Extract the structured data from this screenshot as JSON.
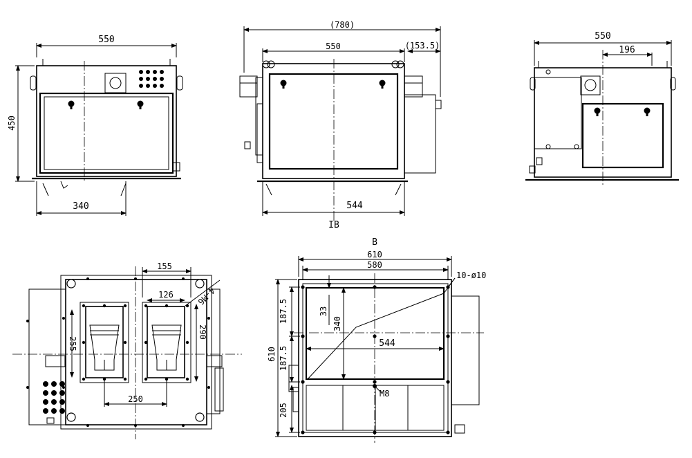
{
  "drawing": {
    "views": {
      "front": {
        "width_top": "550",
        "height": "450",
        "bottom_width": "340"
      },
      "side": {
        "overall": "(780)",
        "inner_top": "550",
        "right_ext": "(153.5)",
        "bottom_width": "544",
        "section_label": "IB"
      },
      "rear": {
        "width_top": "550",
        "right_offset": "196"
      },
      "bottom": {
        "spacing_top": "155",
        "port_width": "126",
        "port_height_left": "255",
        "port_height_right": "290",
        "port_spacing": "250",
        "thread_callout": "4-M6"
      },
      "top_b": {
        "view_label": "B",
        "outer_width": "610",
        "inner_width": "580",
        "hole_callout": "10-ø10",
        "left_upper": "187.5",
        "left_lower": "187.5",
        "height": "610",
        "lower_height": "205",
        "offset_33": "33",
        "inner_340": "340",
        "inner_544": "544",
        "bolt_callout": "M8"
      }
    }
  }
}
